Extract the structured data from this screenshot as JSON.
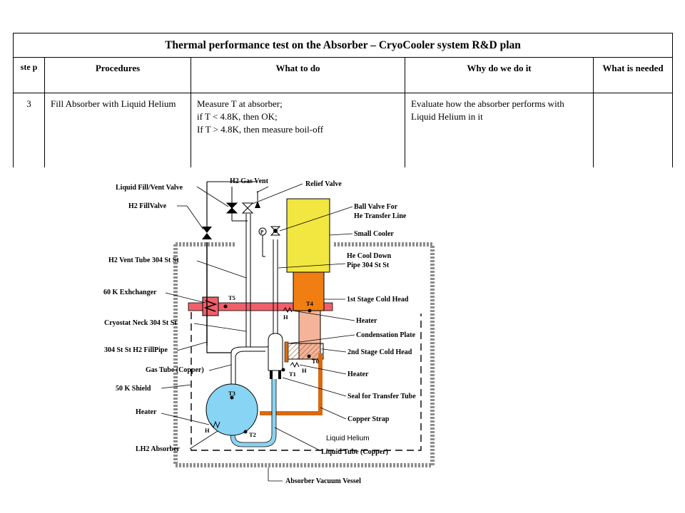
{
  "table": {
    "title": "Thermal performance test on the Absorber – CryoCooler system R&D plan",
    "headers": {
      "step": "ste p",
      "procedures": "Procedures",
      "what": "What to do",
      "why": "Why do we do it",
      "needed": "What is needed"
    },
    "row": {
      "step": "3",
      "procedure": "Fill Absorber with Liquid Helium",
      "what_lines": [
        "Measure T at absorber;",
        "if T < 4.8K, then OK;",
        "If T > 4.8K, then measure boil-off"
      ],
      "why": "Evaluate how the absorber performs with Liquid Helium in it",
      "needed": ""
    }
  },
  "diagram": {
    "labels_left": {
      "liquid_fill_vent_valve": "Liquid Fill/Vent Valve",
      "h2_fill_valve": "H2 FillValve",
      "h2_vent_tube": "H2 Vent Tube 304 St St",
      "exchanger_60k": "60 K Exhchanger",
      "cryostat_neck": "Cryostat Neck 304 St St",
      "h2_fill_pipe": "304 St St H2 FillPipe",
      "gas_tube": "Gas Tube (Copper)",
      "shield_50k": "50 K Shield",
      "heater": "Heater",
      "lh2_absorber": "LH2 Absorber"
    },
    "labels_right": {
      "h2_gas_vent": "H2 Gas Vent",
      "relief_valve": "Relief Valve",
      "ball_valve_1": "Ball Valve For",
      "ball_valve_2": "He Transfer Line",
      "small_cooler": "Small Cooler",
      "he_cool_down_1": "He Cool Down",
      "he_cool_down_2": "Pipe 304 St St",
      "first_stage": "1st Stage Cold Head",
      "heater_1": "Heater",
      "condensation_plate": "Condensation Plate",
      "second_stage": "2nd Stage Cold Head",
      "heater_2": "Heater",
      "seal": "Seal for Transfer Tube",
      "copper_strap": "Copper Strap",
      "liquid_tube": "Liquid Tube (Copper)",
      "vacuum_vessel": "Absorber Vacuum Vessel",
      "liquid_helium": "Liquid Helium"
    },
    "sensors": {
      "t1": "T1",
      "t2": "T2",
      "t3": "T3",
      "t4": "T4",
      "t5": "T5",
      "t0": "T0",
      "h": "H",
      "p": "P"
    },
    "colors": {
      "yellow_cooler": "#f2e640",
      "first_stage_orange": "#f07e12",
      "second_stage_peach": "#f5b49a",
      "exchanger_bar": "#f0606a",
      "absorber_blue": "#88d4f4",
      "copper_strap": "#d86a10",
      "shield_gray": "#8c8c8c"
    }
  }
}
